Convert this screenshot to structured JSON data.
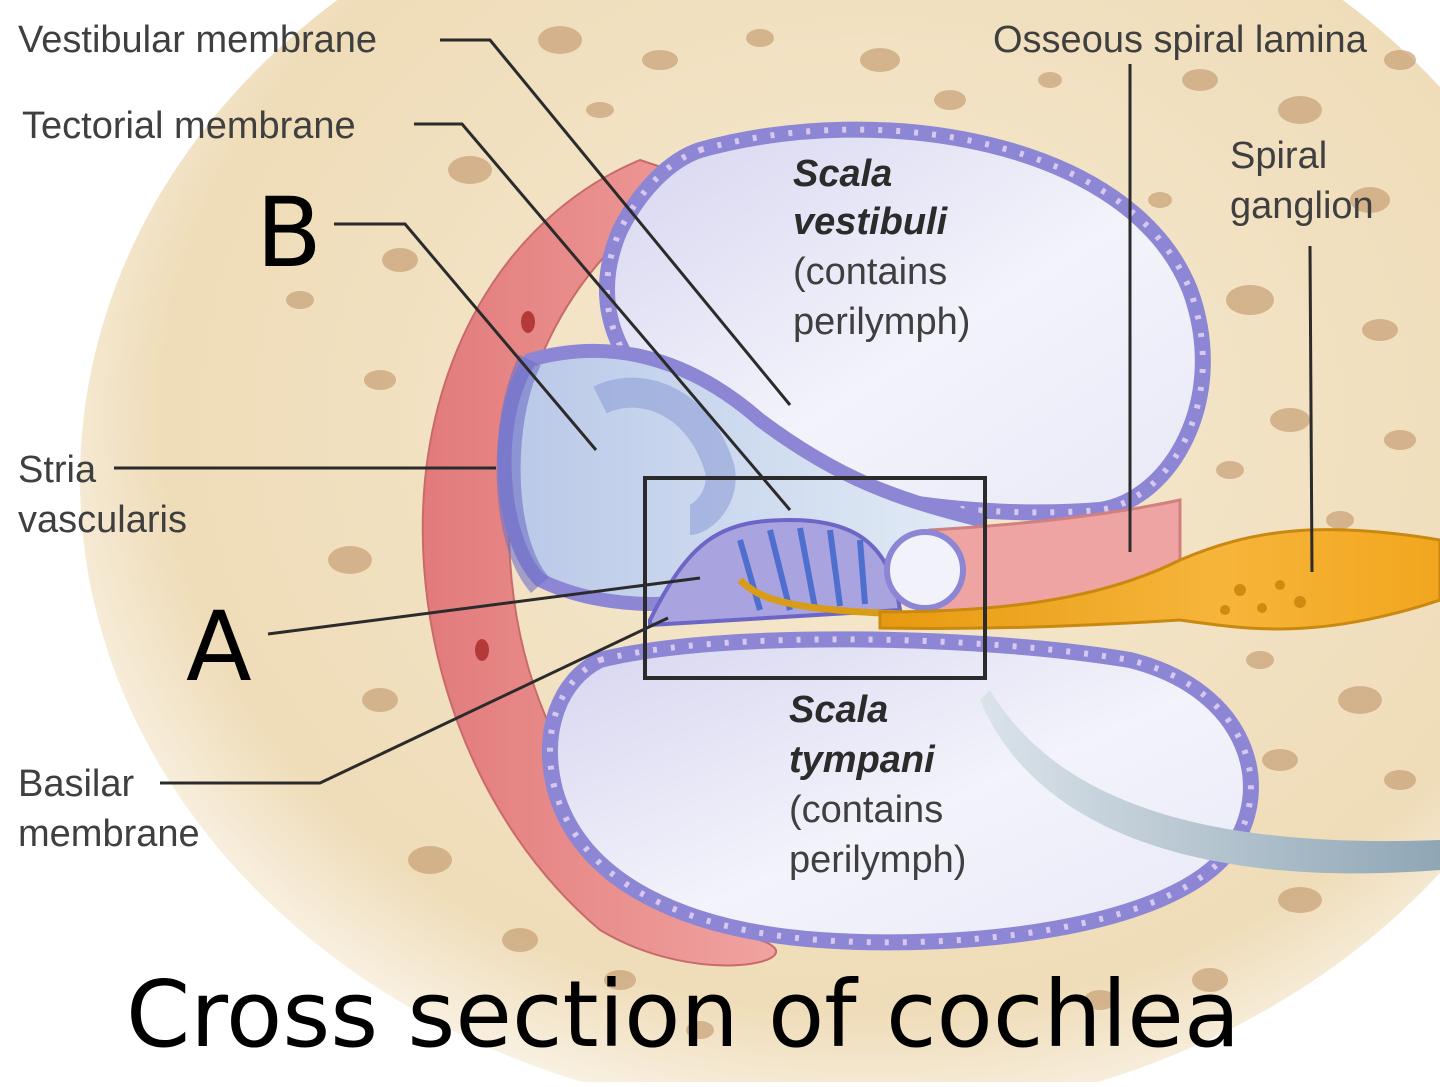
{
  "labels": {
    "vestibular_membrane": "Vestibular membrane",
    "tectorial_membrane": "Tectorial membrane",
    "osseous_spiral_lamina": "Osseous spiral lamina",
    "spiral_ganglion_line1": "Spiral",
    "spiral_ganglion_line2": "ganglion",
    "stria_vascularis_line1": "Stria",
    "stria_vascularis_line2": "vascularis",
    "basilar_membrane_line1": "Basilar",
    "basilar_membrane_line2": "membrane",
    "scala_vestibuli": {
      "name_line1": "Scala",
      "name_line2": "vestibuli",
      "desc_line1": "(contains",
      "desc_line2": "perilymph)"
    },
    "scala_tympani": {
      "name_line1": "Scala",
      "name_line2": "tympani",
      "desc_line1": "(contains",
      "desc_line2": "perilymph)"
    }
  },
  "markers": {
    "a": "A",
    "b": "B"
  },
  "caption": "Cross section of cochlea",
  "colors": {
    "bone": "#f1dfbf",
    "bone_pore": "#c9a47b",
    "stria_wall": "#e88b8b",
    "membrane_lilac": "#b7b6e6",
    "chamber_fill": "#f1f1fb",
    "duct_fill": "#dce6f4",
    "nerve": "#f0a820"
  }
}
